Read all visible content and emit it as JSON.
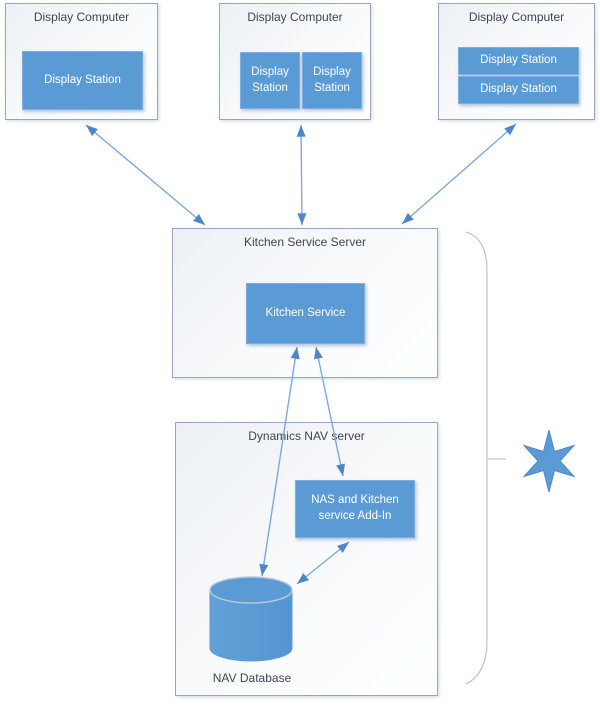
{
  "nodes": {
    "computer1": {
      "title": "Display Computer",
      "stations": [
        "Display Station"
      ]
    },
    "computer2": {
      "title": "Display Computer",
      "stations": [
        "Display Station",
        "Display Station"
      ]
    },
    "computer3": {
      "title": "Display Computer",
      "stations": [
        "Display Station",
        "Display Station"
      ]
    },
    "kitchen_server": {
      "title": "Kitchen Service Server",
      "service": "Kitchen Service"
    },
    "nav_server": {
      "title": "Dynamics NAV server",
      "addin": "NAS and Kitchen service Add-In",
      "database_label": "NAV Database"
    }
  },
  "colors": {
    "node_blue": "#5b9bd5",
    "node_border": "#7fadde",
    "arrow_line": "#7ea9da",
    "arrowhead": "#4e87c7",
    "frame_border": "#94a9c0",
    "brace_gray": "#bfc6cf",
    "label_text": "#3d4653",
    "cylinder_rim": "#b7c9d6"
  }
}
